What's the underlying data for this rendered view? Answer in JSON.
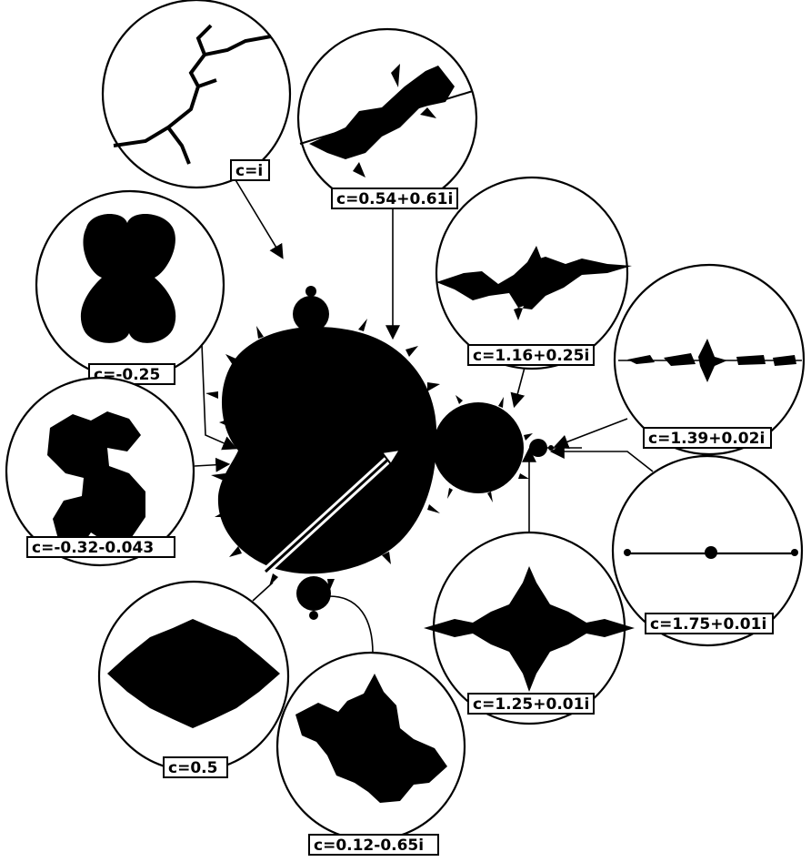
{
  "insets": [
    {
      "id": "c-i",
      "label": "c=i"
    },
    {
      "id": "c-054-061i",
      "label": "c=0.54+0.61i"
    },
    {
      "id": "c-neg025",
      "label": "c=-0.25"
    },
    {
      "id": "c-116-025i",
      "label": "c=1.16+0.25i"
    },
    {
      "id": "c-139-002i",
      "label": "c=1.39+0.02i"
    },
    {
      "id": "c-neg032-0043",
      "label": "c=-0.32-0.043"
    },
    {
      "id": "c-175-001i",
      "label": "c=1.75+0.01i"
    },
    {
      "id": "c-125-001i",
      "label": "c=1.25+0.01i"
    },
    {
      "id": "c-05",
      "label": "c=0.5"
    },
    {
      "id": "c-012-065i",
      "label": "c=0.12-0.65i"
    }
  ],
  "colors": {
    "ink": "#000000",
    "paper": "#ffffff"
  }
}
